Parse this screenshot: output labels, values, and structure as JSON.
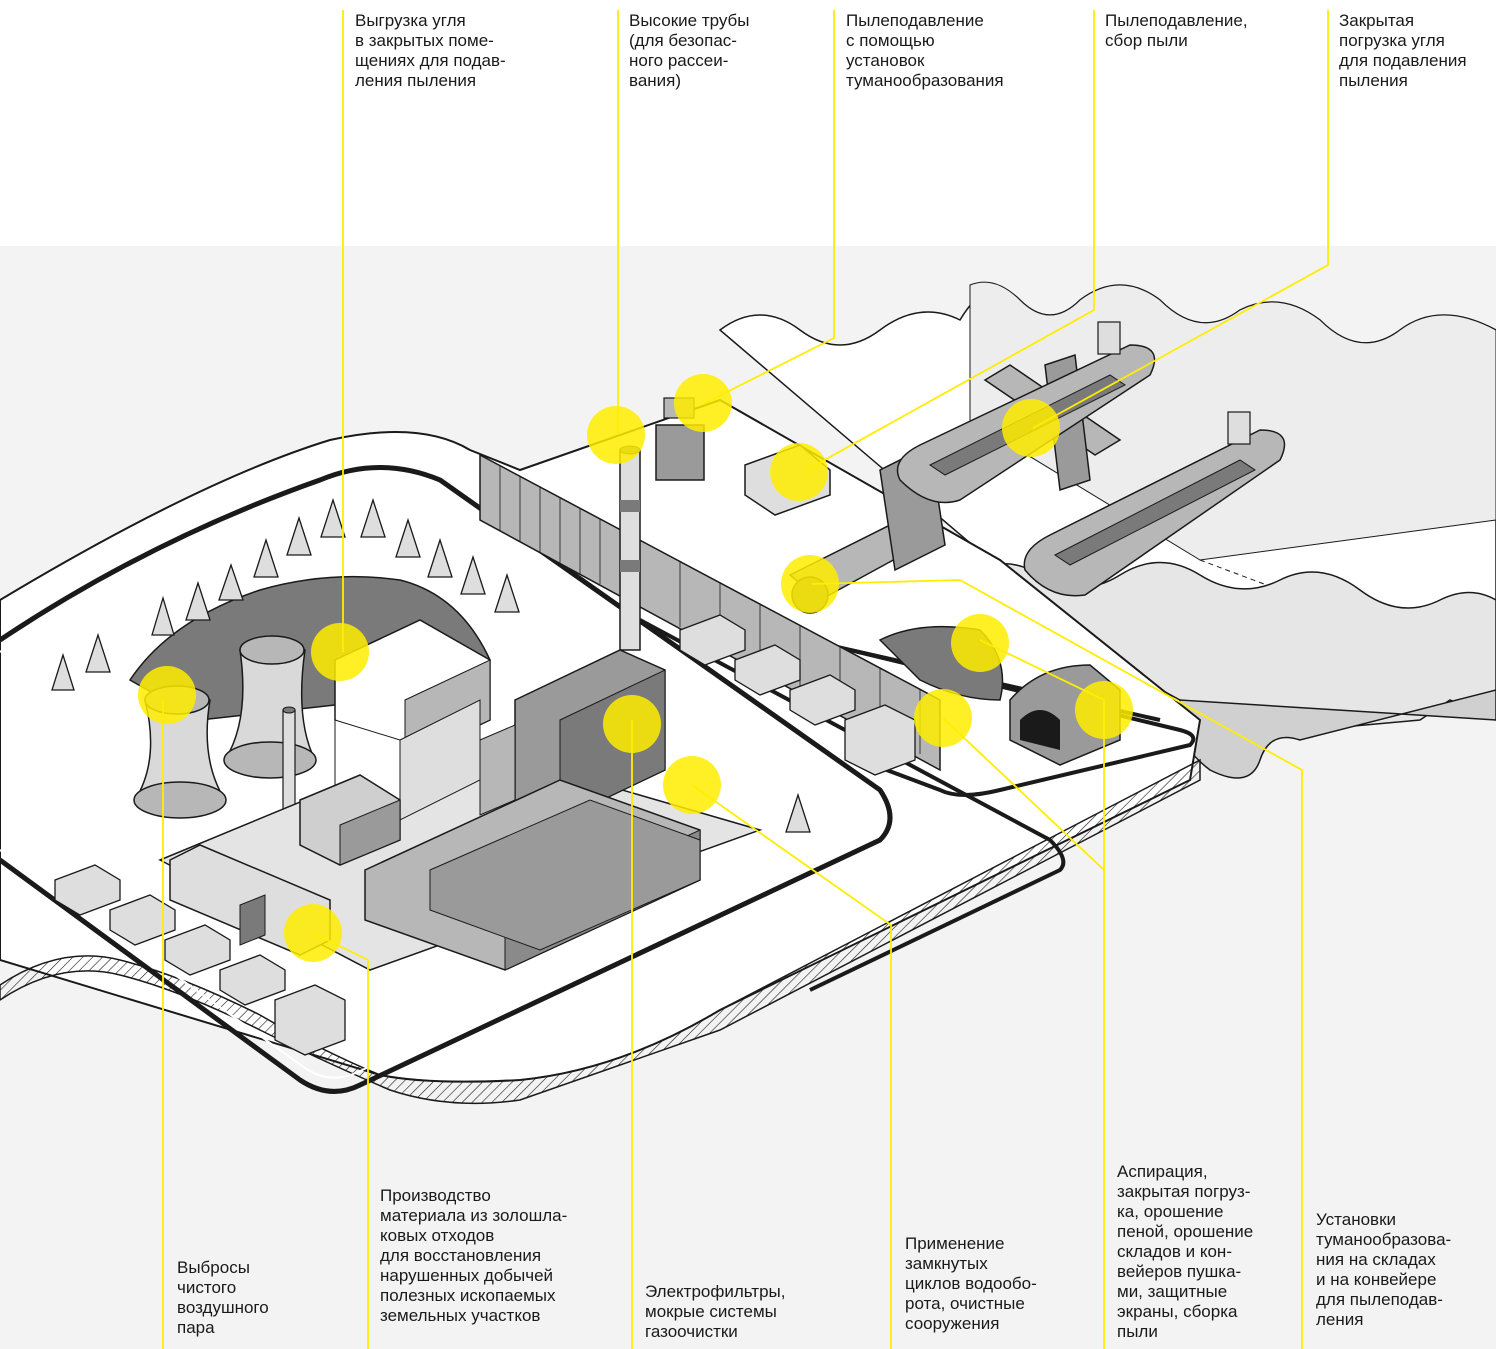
{
  "colors": {
    "accent": "#ffed00",
    "background_band": "#f3f3f3",
    "ink": "#1a1a1a",
    "gray_dark": "#7a7a7a",
    "gray_mid": "#b7b7b7",
    "gray_light": "#dedede"
  },
  "callouts": {
    "coal_unloading": "Выгрузка угля\nв закрытых поме-\nщениях для подав-\nления пыления",
    "tall_stacks": "Высокие трубы\n(для безопас-\nного рассеи-\nвания)",
    "fog_dust_suppression": "Пылеподавление\nс помощью\nустановок\nтуманообразования",
    "dust_collection": "Пылеподавление,\nсбор пыли",
    "closed_loading": "Закрытая\nпогрузка угля\nдля подавления\nпыления",
    "clean_steam": "Выбросы\nчистого\nвоздушного\nпара",
    "ash_material": "Производство\nматериала из золошла-\nковых отходов\nдля восстановления\nнарушенных добычей\nполезных ископаемых\nземельных участков",
    "electrofilters": "Электрофильтры,\nмокрые системы\nгазоочистки",
    "water_cycles": "Применение\nзамкнутых\nциклов водообо-\nрота, очистные\nсооружения",
    "aspiration": "Аспирация,\nзакрытая погруз-\nка, орошение\nпеной, орошение\nскладов и кон-\nвейеров пушка-\nми, защитные\nэкраны, сборка\nпыли",
    "fog_units": "Установки\nтуманообразова-\nния на складах\nи на конвейере\nдля пылеподав-\nления"
  }
}
